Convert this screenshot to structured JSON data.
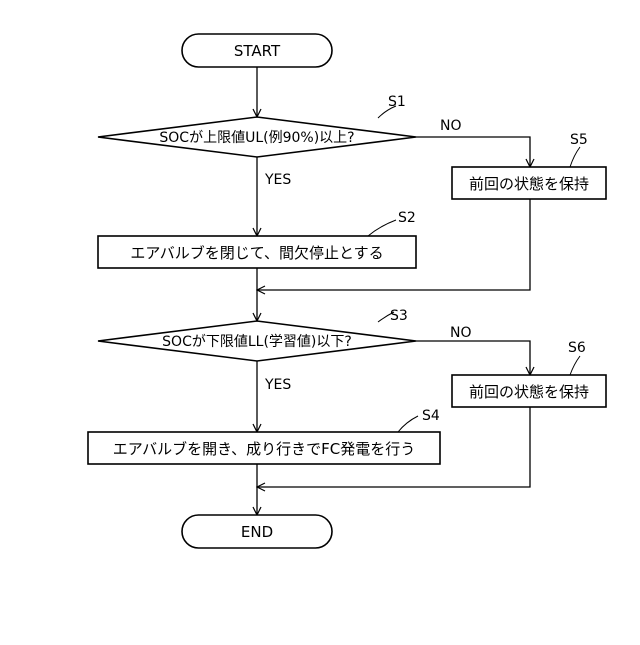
{
  "flowchart": {
    "start": {
      "label": "START"
    },
    "end": {
      "label": "END"
    },
    "steps": {
      "s1": {
        "id": "S1",
        "label": "SOCが上限値UL(例90%)以上?"
      },
      "s2": {
        "id": "S2",
        "label": "エアバルブを閉じて、間欠停止とする"
      },
      "s3": {
        "id": "S3",
        "label": "SOCが下限値LL(学習値)以下?"
      },
      "s4": {
        "id": "S4",
        "label": "エアバルブを開き、成り行きでFC発電を行う"
      },
      "s5": {
        "id": "S5",
        "label": "前回の状態を保持"
      },
      "s6": {
        "id": "S6",
        "label": "前回の状態を保持"
      }
    },
    "branches": {
      "s1_yes": "YES",
      "s1_no": "NO",
      "s3_yes": "YES",
      "s3_no": "NO"
    }
  }
}
